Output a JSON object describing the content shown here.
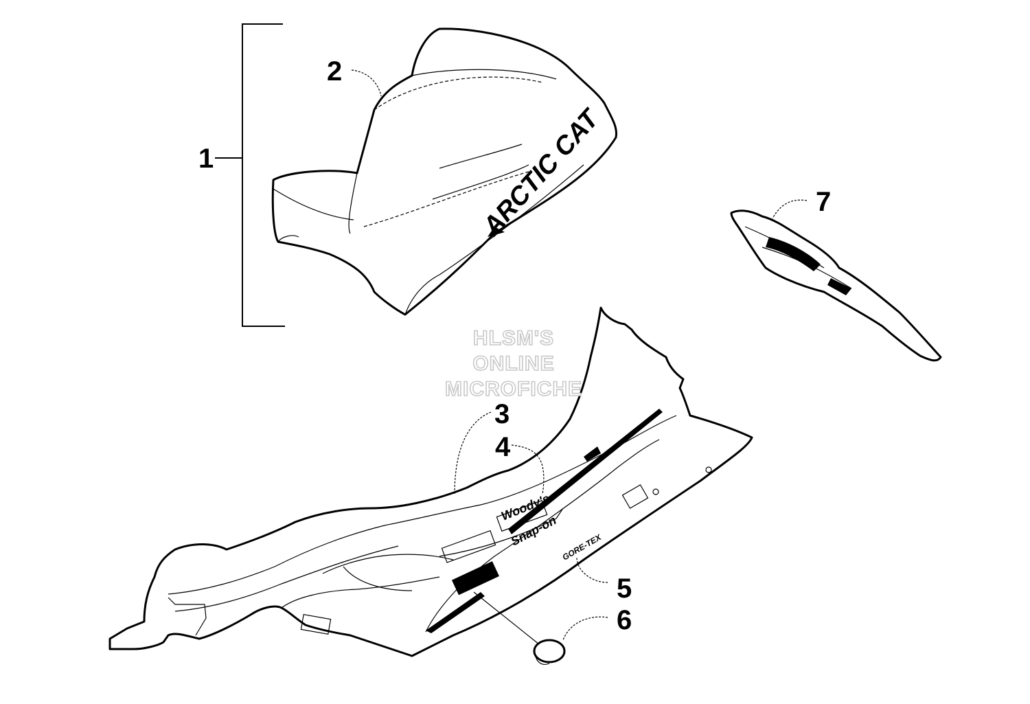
{
  "watermark": {
    "lines": [
      "HLSM'S",
      "ONLINE",
      "MICROFICHE"
    ]
  },
  "callouts": [
    {
      "id": "1",
      "label": "1"
    },
    {
      "id": "2",
      "label": "2"
    },
    {
      "id": "3",
      "label": "3"
    },
    {
      "id": "4",
      "label": "4"
    },
    {
      "id": "5",
      "label": "5"
    },
    {
      "id": "6",
      "label": "6"
    },
    {
      "id": "7",
      "label": "7"
    }
  ],
  "decals": {
    "seat_brand": "ARCTIC CAT",
    "sponsor_1": "Woody's",
    "sponsor_2": "Snap-on",
    "sponsor_3": "GORE-TEX"
  }
}
